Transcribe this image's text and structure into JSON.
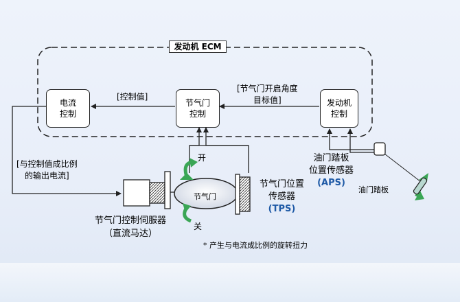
{
  "ecm": {
    "title": "发动机 ECM"
  },
  "boxes": {
    "current_control": [
      "电流",
      "控制"
    ],
    "throttle_control": [
      "节气门",
      "控制"
    ],
    "engine_control": [
      "发动机",
      "控制"
    ]
  },
  "arrows": {
    "control_value": "[控制值]",
    "target_angle": [
      "[节气门开启角度",
      "目标值]"
    ]
  },
  "labels": {
    "proportional_current": [
      "[与控制值成比例",
      "的输出电流]"
    ],
    "open": "开",
    "close": "关",
    "throttle_valve": "节气门",
    "servo": [
      "节气门控制伺服器",
      "（直流马达）"
    ],
    "tps": [
      "节气门位置",
      "传感器"
    ],
    "tps_abbr": "(TPS)",
    "aps": [
      "油门踏板",
      "位置传感器"
    ],
    "aps_abbr": "(APS)",
    "pedal": "油门踏板",
    "footnote": "* 产生与电流成比例的旋转扭力"
  },
  "colors": {
    "arrow_green": "#3aa655",
    "accent_blue": "#1f5aa6"
  }
}
